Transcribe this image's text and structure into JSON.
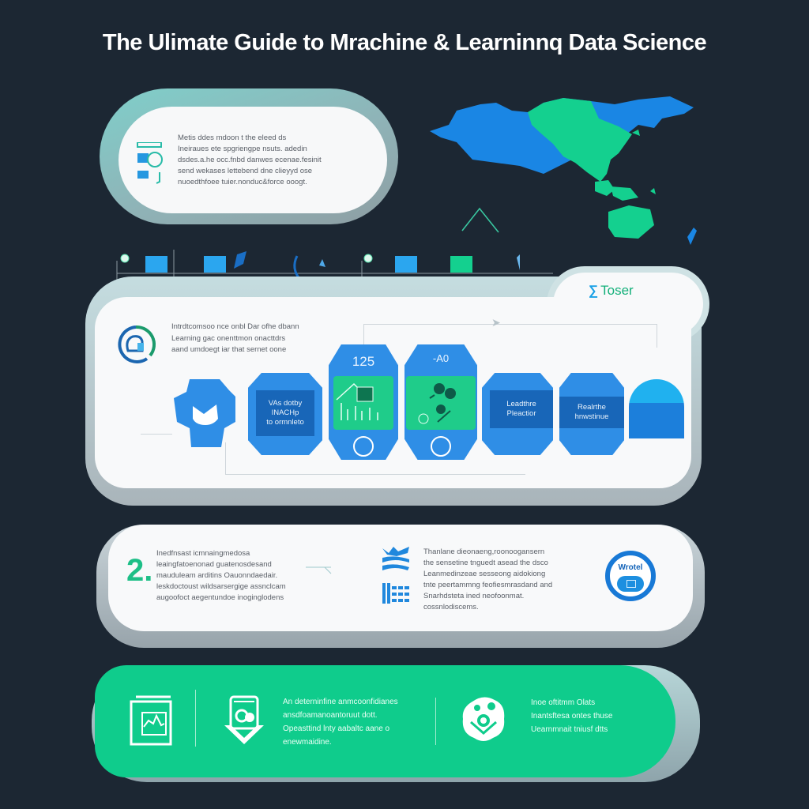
{
  "title": "The Ulimate Guide to  Mrachine & Learninnq Data  Science",
  "colors": {
    "background": "#1c2733",
    "primary_blue": "#2f8ee6",
    "dark_blue": "#1866b8",
    "accent_green": "#1fcc8a",
    "card_white": "#f8f9fa",
    "text_gray": "#5b6068"
  },
  "card1": {
    "lines": [
      "Metis ddes mdoon t the eleed ds",
      "Ineiraues ete spgriengpe nsuts. adedin",
      "dsdes.a.he occ.fnbd danwes ecenae.fesinit",
      "send wekases lettebend dne clieyyd ose",
      "nuoedthfoee tuier.nonduc&force ooogt."
    ]
  },
  "map": {
    "label": "world-map"
  },
  "timeline": {
    "markers": [
      "node",
      "step",
      "step",
      "flag",
      "bracket",
      "pin",
      "node",
      "step",
      "step-green",
      "pin"
    ]
  },
  "card2": {
    "brand": "Toser",
    "intro_lines": [
      "Intrdtcomsoo nce onbl Dar ofhe dbann",
      "Learning gac onenttmon onacttdrs",
      "aand umdoegt iar that sernet oone"
    ],
    "steps": [
      {
        "type": "icon",
        "label": ""
      },
      {
        "type": "text",
        "lines": [
          "VAs dotby",
          "INACHp",
          "to ormnleto"
        ]
      },
      {
        "type": "screen",
        "number": "125"
      },
      {
        "type": "screen",
        "number": "-A0"
      },
      {
        "type": "text",
        "lines": [
          "Leadthre",
          "Pleactior"
        ]
      },
      {
        "type": "text",
        "lines": [
          "Realrthe",
          "hnwstinue"
        ]
      },
      {
        "type": "dome",
        "label": ""
      }
    ]
  },
  "card3": {
    "number": "2.",
    "left_lines": [
      "Inedfnsast icmnaingmedosa",
      "leaingfatoenonad guatenosdesand",
      "mauduleam arditins Oauonndaedair.",
      "leskdoctoust wildsarsergige assnclcam",
      "augoofoct aegentundoe inoginglodens"
    ],
    "right_lines": [
      "Thanlane dieonaeng,roonoogansern",
      "the sensetine tnguedt asead the dsco",
      "Leanmedinzeae sesseong aidokiong",
      "tnte peertammng feofiesmrasdand and",
      "Snarhdsteta ined neofoonmat.",
      "cossnlodiscems."
    ],
    "badge_label": "Wrotel"
  },
  "card4": {
    "middle_lines": [
      "An deterninfine anmcoonfidianes",
      "ansdfoamanoantoruut dott.",
      "Opeasttind lnty aabaltc aane o",
      "enewmaidine."
    ],
    "right_lines": [
      "Inoe oftitmm Olats",
      "Inantsftesa ontes thuse",
      "Uearnmnait tniusf dtts"
    ]
  }
}
